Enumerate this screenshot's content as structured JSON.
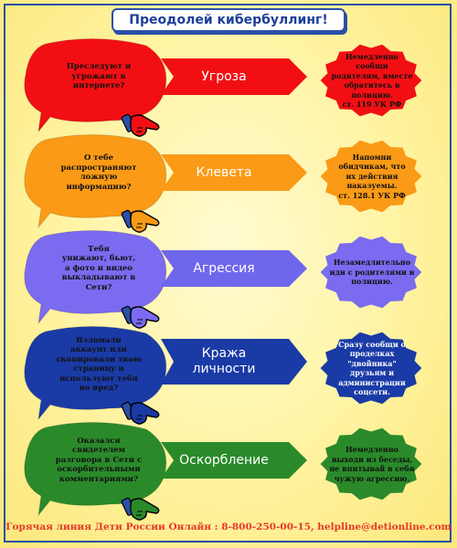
{
  "title": "Преодолей кибербуллинг!",
  "colors": {
    "red": "#f20f14",
    "orange": "#fb9a16",
    "purple": "#7b6bf0",
    "navy": "#1a3aa6",
    "green": "#2a8a2a",
    "frame": "#2b4fa8",
    "footer": "#e8372b"
  },
  "rows": [
    {
      "question": [
        "Преследуют и",
        "угрожают в",
        "интернете?"
      ],
      "action": [
        "Угроза"
      ],
      "advice": [
        "Немедленно",
        "сообщи",
        "родителям, вместе",
        "обратитесь в",
        "полицию.",
        "ст. 119 УК РФ"
      ],
      "color": "#f20f14",
      "arrow_color": "#f20f14"
    },
    {
      "question": [
        "О тебе",
        "распространяют",
        "ложную",
        "информацию?"
      ],
      "action": [
        "Клевета"
      ],
      "advice": [
        "Напомни",
        "обидчикам, что",
        "их действия",
        "наказуемы.",
        "ст. 128.1 УК РФ"
      ],
      "color": "#fb9a16",
      "arrow_color": "#fb9a16"
    },
    {
      "question": [
        "Тебя",
        "унижают, бьют,",
        "а фото и видео",
        "выкладывают в",
        "Сети?"
      ],
      "action": [
        "Агрессия"
      ],
      "advice": [
        "Незамедлительно",
        "иди с родителями в",
        "полицию."
      ],
      "color": "#7b6bf0",
      "arrow_color": "#6f66ee"
    },
    {
      "question": [
        "Взломали",
        "аккаунт или",
        "скопировали твою",
        "страницу и",
        "используют тебя",
        "во вред?"
      ],
      "action": [
        "Кража",
        "личности"
      ],
      "advice": [
        "Сразу сообщи о",
        "проделках",
        "\"двойника\"",
        "друзьям и",
        "администрации",
        "соцсети."
      ],
      "color": "#1a3aa6",
      "arrow_color": "#1a3aa6"
    },
    {
      "question": [
        "Оказался",
        "свидетелем",
        "разговора в Сети с",
        "оскорбительными",
        "комментариями?"
      ],
      "action": [
        "Оскорбление"
      ],
      "advice": [
        "Немедленно",
        "выходи из беседы,",
        "не впитывай в себя",
        "чужую агрессию."
      ],
      "color": "#2a8a2a",
      "arrow_color": "#2a8a2a"
    }
  ],
  "footer": "Горячая линия Дети России Онлайн : 8-800-250-00-15, helpline@detionline.com"
}
